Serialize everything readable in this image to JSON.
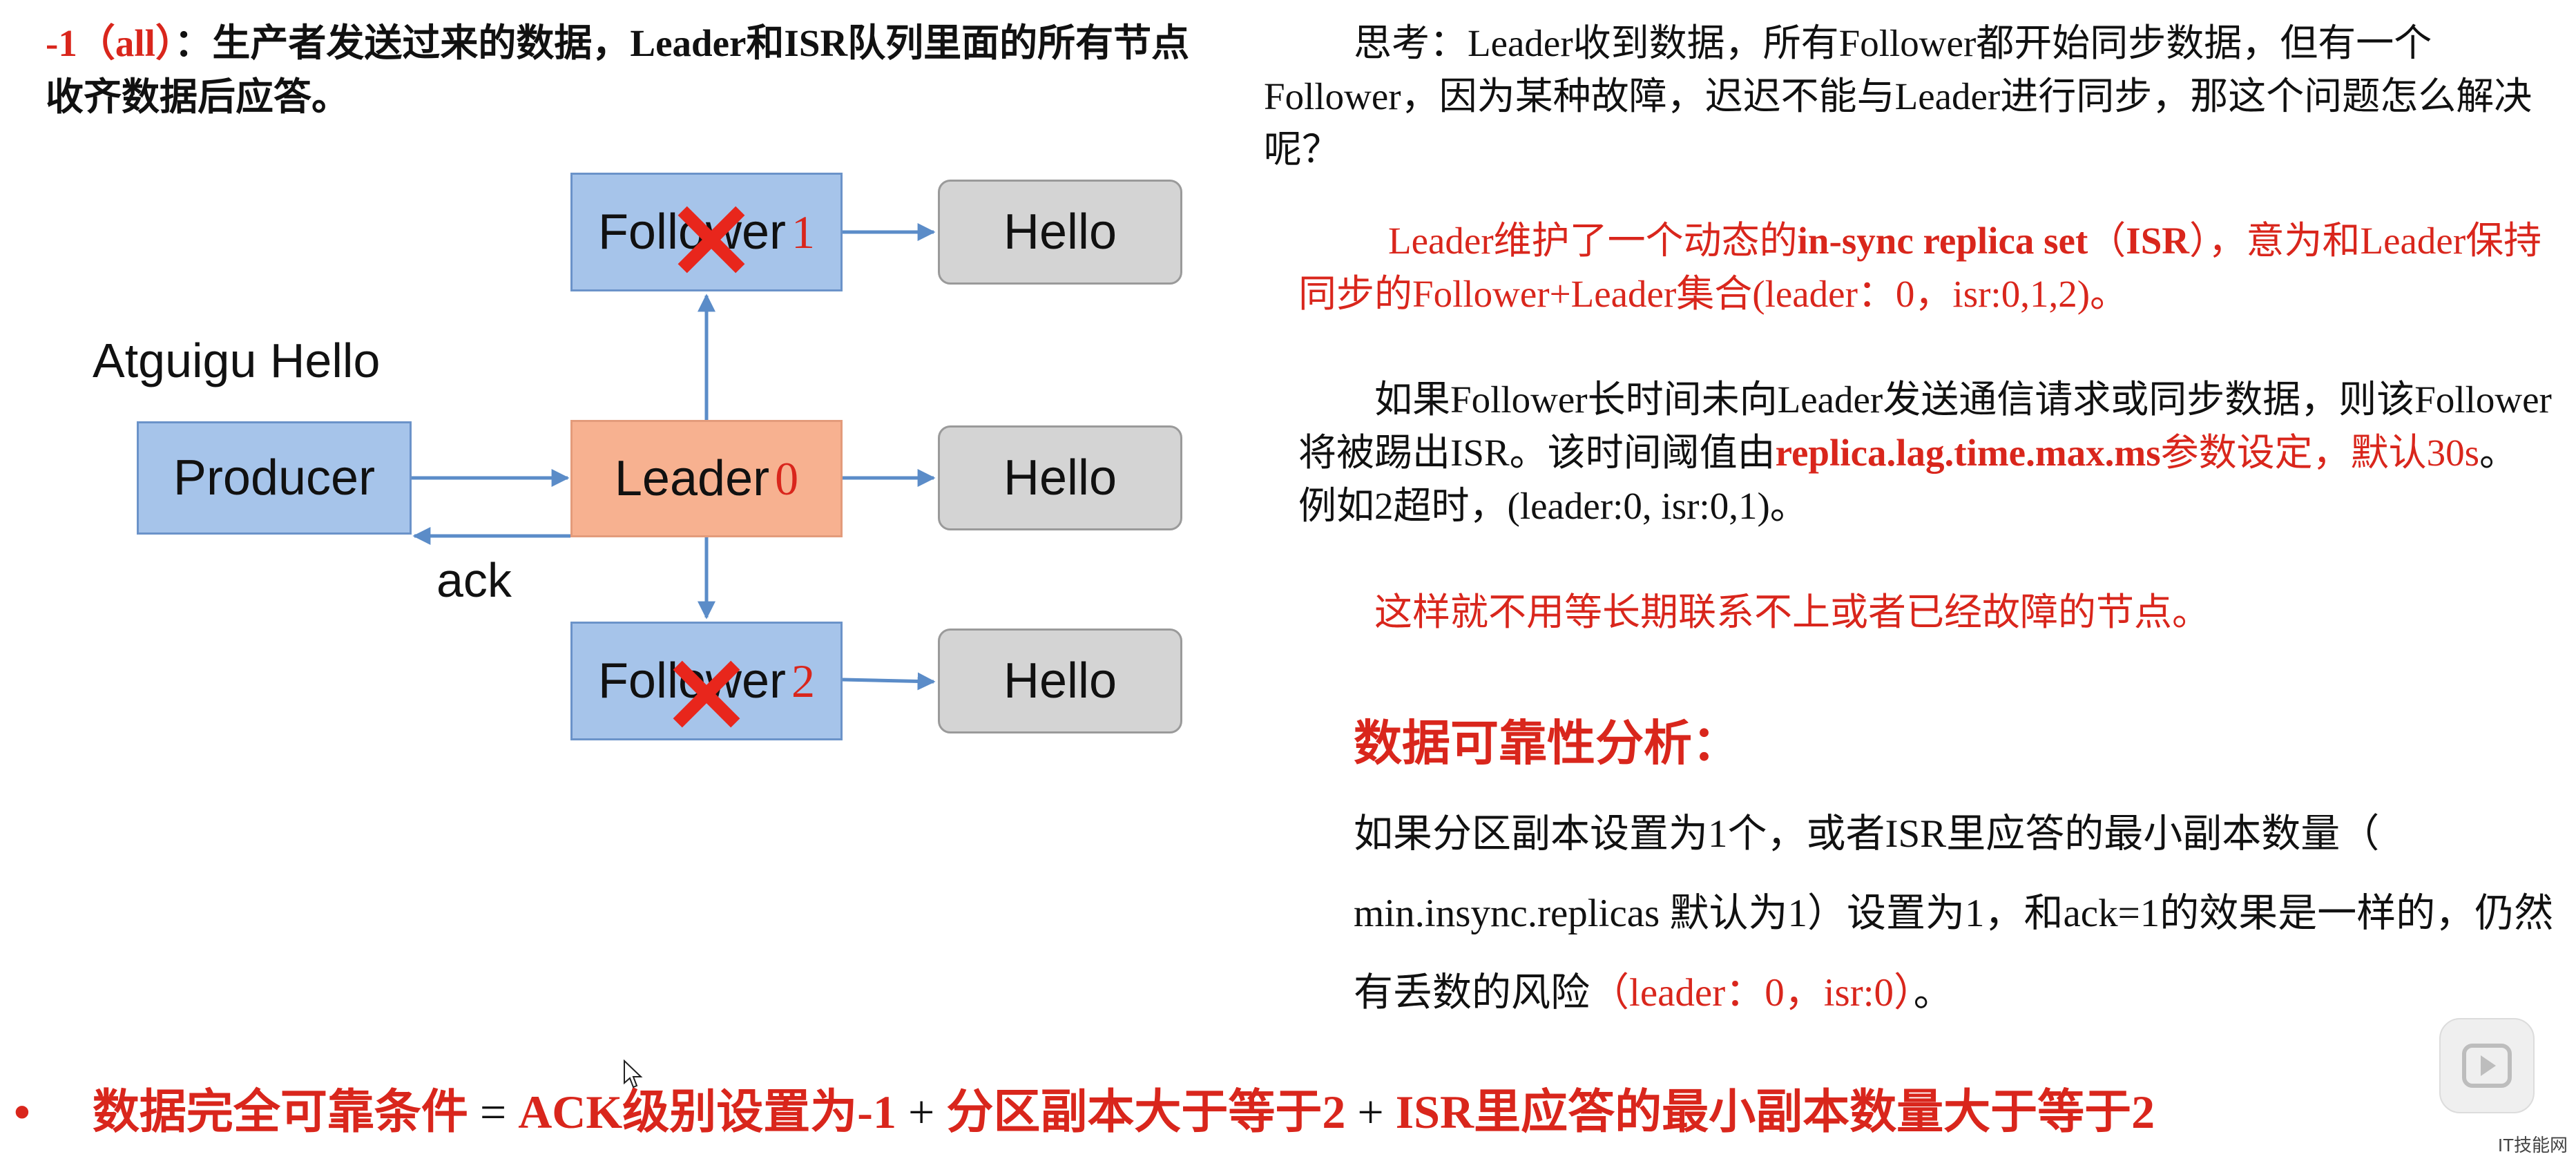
{
  "left_header": {
    "label": "-1（all）",
    "sep": "：",
    "text": "生产者发送过来的数据，Leader和ISR队列里面的所有节点收齐数据后应答。"
  },
  "diagram": {
    "atguigu_label": "Atguigu Hello",
    "producer_label": "Producer",
    "ack_label": "ack",
    "leader": {
      "label": "Leader",
      "num": "0"
    },
    "follower1": {
      "label": "Follower",
      "num": "1",
      "failed": true
    },
    "follower2": {
      "label": "Follower",
      "num": "2",
      "failed": true
    },
    "hello_labels": [
      "Hello",
      "Hello",
      "Hello"
    ],
    "colors": {
      "follower": "#a6c4ea",
      "leader": "#f7b190",
      "hello": "#d4d4d4",
      "arrow": "#5b8cc8",
      "cross": "#e8261c"
    }
  },
  "think": {
    "label": "思考：",
    "text": "Leader收到数据，所有Follower都开始同步数据，但有一个Follower，因为某种故障，迟迟不能与Leader进行同步，那这个问题怎么解决呢？"
  },
  "isr": {
    "p1": "Leader维护了一个动态的",
    "b1": "in-sync replica set",
    "p2": "（",
    "b2": "ISR",
    "p3": "），意为和Leader保持同步的Follower+Leader集合(leader：0，isr:0,1,2)。"
  },
  "remove": {
    "p1": "如果Follower长时间未向Leader发送通信请求或同步数据，则该Follower将被踢出ISR。该时间阈值由",
    "param": "replica.lag.time.max.ms",
    "p2": "参数设定，默认30s",
    "p3": "。例如2超时，(leader:0, isr:0,1)。"
  },
  "no_await": "这样就不用等长期联系不上或者已经故障的节点。",
  "reliability": {
    "title": "数据可靠性分析：",
    "p1": "如果分区副本设置为1个，或者ISR里应答的最小副本数量（ min.insync.replicas 默认为1）设置为1，和ack=1的效果是一样的，仍然有丢数的风险",
    "p2": "（leader：0，isr:0）",
    "p3": "。"
  },
  "bottom": {
    "bullet": "•",
    "title": "数据完全可靠条件",
    "eq": " = ",
    "c1": "ACK级别设置为-1",
    "plus1": " + ",
    "c2": "分区副本大于等于2",
    "plus2": " + ",
    "c3": "ISR里应答的最小副本数量大于等于2"
  },
  "watermark": "IT技能网"
}
